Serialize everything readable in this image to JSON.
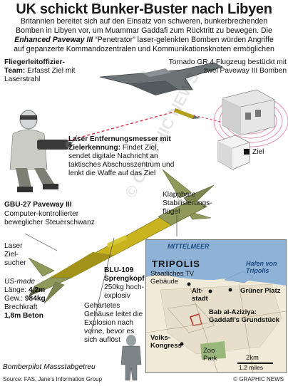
{
  "title": "UK schickt Bunker-Buster nach Libyen",
  "lead": {
    "line1": "Britannien bereitet sich auf den Einsatz von schweren, bunkerbrechenden",
    "line2": "Bomben in Libyen vor, um Muammar Gaddafi zum Rücktritt zu bewegen. Die",
    "line3_italic": "Enhanced Paveway III",
    "line3_rest": " “Penetrator” laser-gelenkten Bomben würden Angriffe",
    "line4": "auf gepanzerte Kommandozentralen und Kommunikationsknoten ermöglichen"
  },
  "controller": {
    "title": "Fliegerleitoffizier-Team:",
    "text": " Erfasst Ziel mit Laserstrahl"
  },
  "tornado": {
    "text": "Tornado GR 4 Flugzeug bestückt mit zwei Paveway III Bomben"
  },
  "rangefinder": {
    "title": "Laser Entfernungsmesser mit Zielerkennung:",
    "text": " Findet Ziel, sendet digitale Nachricht an taktisches Abschusszentrum und lenkt die Waffe auf das Ziel"
  },
  "target_label": "Ziel",
  "fins_label": "Klappbare Stabilisierungs-flügel",
  "gbu": {
    "title": "GBU-27 Paveway III",
    "text": "Computer-kontrollierter beweglicher Steuerschwanz"
  },
  "laser_seeker": "Laser Ziel-sucher",
  "blu": {
    "title": "BLU-109 Sprengkopf",
    "text": "250kg hoch-explosiv"
  },
  "casing": "Gehärtetes Gehäuse leitet die Explosion nach vorne, bevor es sich auflöst",
  "specs": {
    "origin": "US-made",
    "length_label": "Länge:",
    "length": "4,2m",
    "weight_label": "Gew.:",
    "weight": "984kg",
    "break_label": "Brechkraft",
    "break_val": "1,8m Beton"
  },
  "pilot_caption": "Bomberpilot Massstabgetreu",
  "map": {
    "sea": "MITTELMEER",
    "city": "TRIPOLIS",
    "harbor": "Hafen von Tripolis",
    "parliament": "Staatliches TV Gebäude",
    "oldtown": "Alt-stadt",
    "greenplace": "Grüner Platz",
    "compound": "Bab al-Aziziya: Gaddafi’s Grundstück",
    "congress": "Volks-Kongress",
    "zoo": "Zoo Park",
    "scale_km": "2km",
    "scale_mi": "1.2 miles"
  },
  "watermark": "© GRAPHIC NEWS",
  "source": "Source: FAS, Jane’s Information Group",
  "credit": "© GRAPHIC NEWS",
  "colors": {
    "bomb_body": "#c9b420",
    "bomb_dark": "#8a7c14",
    "bomb_green": "#8f9a5a",
    "laser": "#e0304a",
    "map_sea": "#8fb3d6",
    "map_land": "#f2ead8",
    "map_city": "#e7dfcc",
    "map_green": "#9bb87c"
  }
}
